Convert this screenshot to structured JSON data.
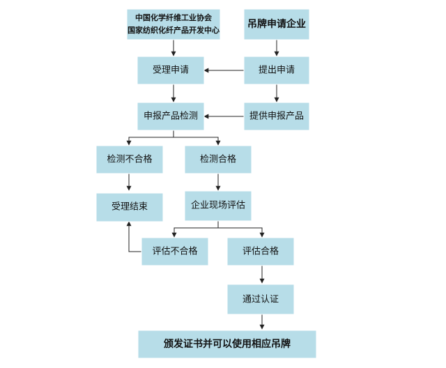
{
  "nodes": {
    "association": {
      "line1": "中国化学纤维工业协会",
      "line2": "国家纺织化纤产品开发中心"
    },
    "applicant": "吊牌申请企业",
    "accept": "受理申请",
    "submit": "提出申请",
    "testing": "申报产品检测",
    "provide": "提供申报产品",
    "test_fail": "检测不合格",
    "test_pass": "检测合格",
    "end": "受理结束",
    "onsite": "企业现场评估",
    "eval_fail": "评估不合格",
    "eval_pass": "评估合格",
    "certified": "通过认证",
    "issue": "颁发证书并可以使用相应吊牌"
  }
}
